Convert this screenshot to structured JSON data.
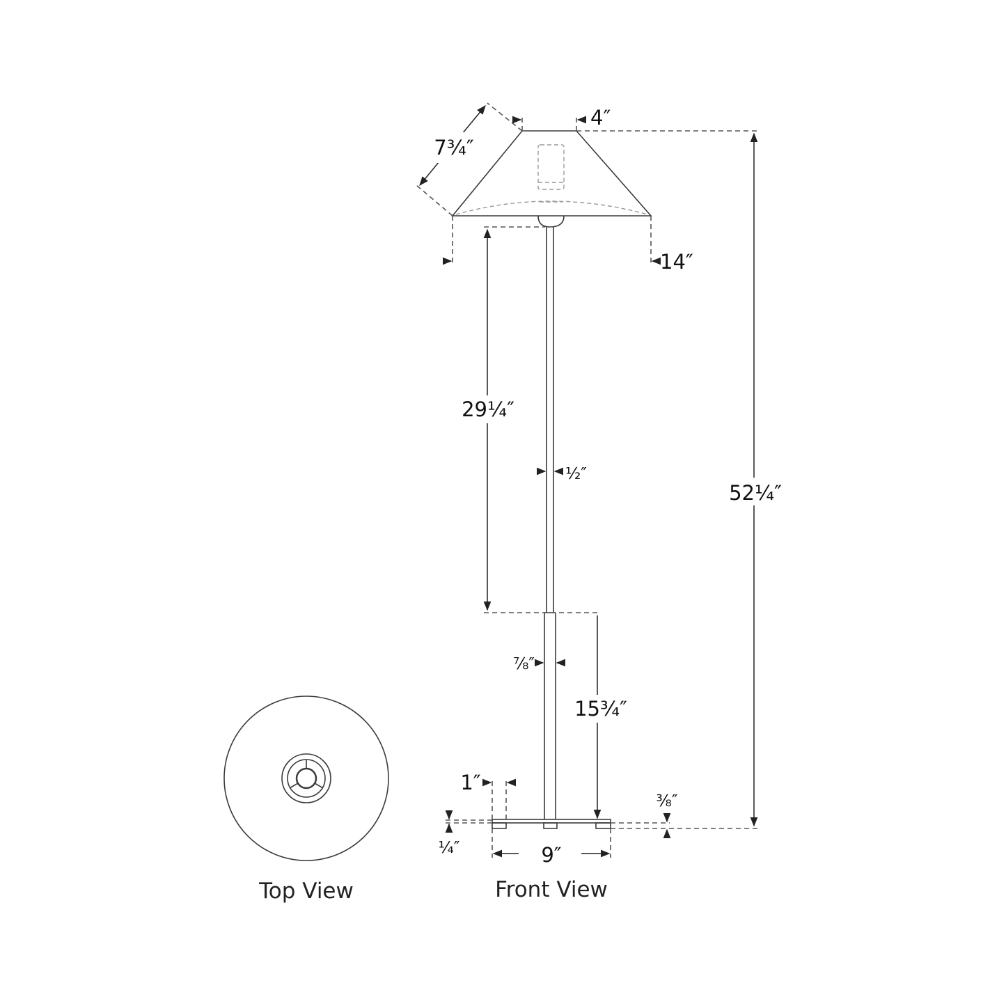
{
  "views": {
    "top_view_label": "Top View",
    "front_view_label": "Front View"
  },
  "dimensions": {
    "shade_slant": "7¾″",
    "shade_top": "4″",
    "shade_bottom": "14″",
    "overall_height": "52¼″",
    "upper_stem_height": "29¼″",
    "upper_stem_width": "½″",
    "lower_stem_width": "⅞″",
    "lower_stem_height": "15¾″",
    "foot_width": "1″",
    "base_thickness": "⅜″",
    "foot_height": "¼″",
    "base_width": "9″"
  },
  "colors": {
    "line": "#3a3a3a",
    "background": "#ffffff"
  }
}
